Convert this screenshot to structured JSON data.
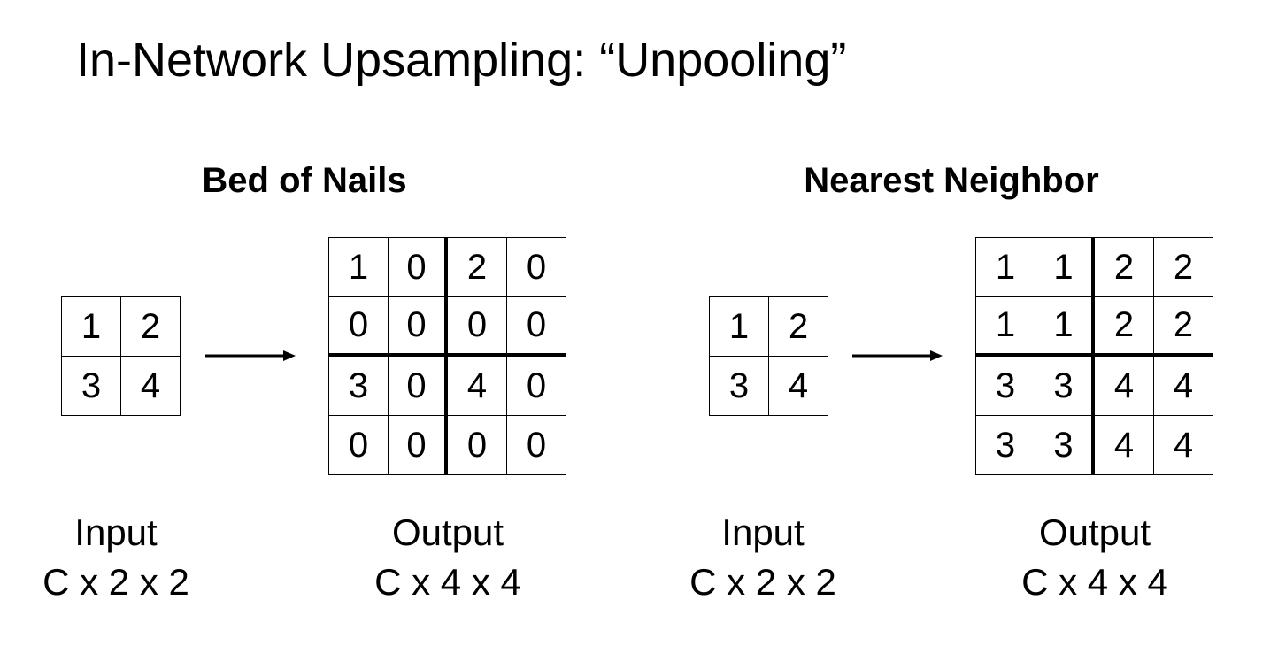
{
  "title": "In-Network Upsampling: “Unpooling”",
  "panels": [
    {
      "heading": "Bed of Nails",
      "input_grid": [
        "1",
        "2",
        "3",
        "4"
      ],
      "output_grid": [
        "1",
        "0",
        "2",
        "0",
        "0",
        "0",
        "0",
        "0",
        "3",
        "0",
        "4",
        "0",
        "0",
        "0",
        "0",
        "0"
      ],
      "input_label": "Input",
      "input_dims": "C x 2 x 2",
      "output_label": "Output",
      "output_dims": "C x 4 x 4"
    },
    {
      "heading": "Nearest Neighbor",
      "input_grid": [
        "1",
        "2",
        "3",
        "4"
      ],
      "output_grid": [
        "1",
        "1",
        "2",
        "2",
        "1",
        "1",
        "2",
        "2",
        "3",
        "3",
        "4",
        "4",
        "3",
        "3",
        "4",
        "4"
      ],
      "input_label": "Input",
      "input_dims": "C x 2 x 2",
      "output_label": "Output",
      "output_dims": "C x 4 x 4"
    }
  ]
}
